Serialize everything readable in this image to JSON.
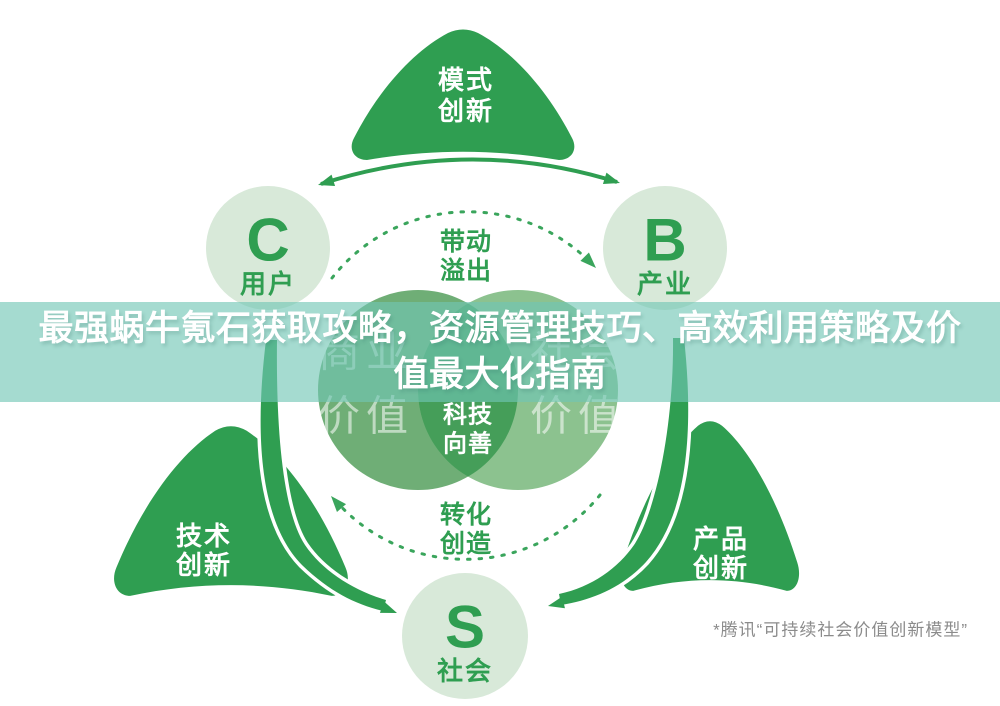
{
  "banner": {
    "line1": "最强蜗牛氪石获取攻略，资源管理技巧、高效利",
    "line1_full": "最强蜗牛氪石获取攻略，资源管理技巧、高效利用策略及价",
    "line2": "值最大化指南",
    "bg_color": "#71c6b5",
    "text_color": "#ffffff"
  },
  "diagram": {
    "corners": {
      "top": {
        "line1": "模式",
        "line2": "创新"
      },
      "bottom_left": {
        "line1": "技术",
        "line2": "创新"
      },
      "bottom_right": {
        "line1": "产品",
        "line2": "创新"
      }
    },
    "nodes": {
      "c": {
        "letter": "C",
        "label": "用户"
      },
      "b": {
        "letter": "B",
        "label": "产业"
      },
      "s": {
        "letter": "S",
        "label": "社会"
      }
    },
    "venn": {
      "left": {
        "line1": "商业",
        "line2": "价值"
      },
      "right": {
        "line1": "社会",
        "line2": "价值"
      },
      "center": {
        "line1": "科技",
        "line2": "向善"
      }
    },
    "cycle": {
      "top": {
        "line1": "带动",
        "line2": "溢出"
      },
      "bottom": {
        "line1": "转化",
        "line2": "创造"
      }
    },
    "colors": {
      "primary_green": "#2f9e51",
      "node_light_green": "#d8e9d9",
      "venn_left": "#6fae76",
      "venn_right": "#8cc28f",
      "venn_overlap": "#459e59",
      "dashed_green": "#3aa55c",
      "caption_gray": "#8b8b8b"
    }
  },
  "caption": {
    "text": "*腾讯“可持续社会价值创新模型”"
  }
}
